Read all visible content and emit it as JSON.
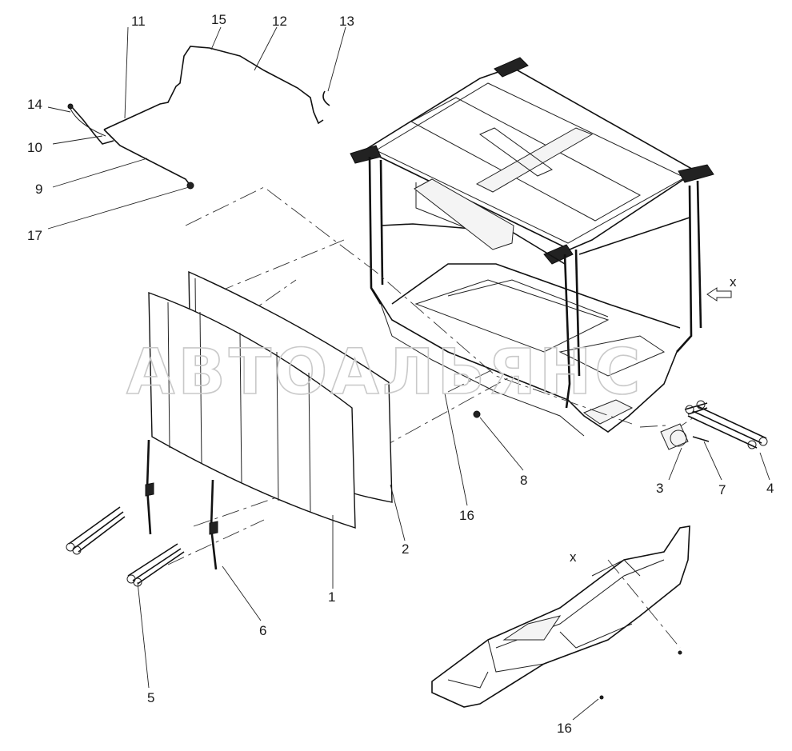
{
  "watermark": "АВТОАЛЬЯНС",
  "view_marker": "x",
  "callouts": [
    {
      "id": "c1",
      "label": "1"
    },
    {
      "id": "c2",
      "label": "2"
    },
    {
      "id": "c3",
      "label": "3"
    },
    {
      "id": "c4",
      "label": "4"
    },
    {
      "id": "c5",
      "label": "5"
    },
    {
      "id": "c6",
      "label": "6"
    },
    {
      "id": "c7",
      "label": "7"
    },
    {
      "id": "c8",
      "label": "8"
    },
    {
      "id": "c9",
      "label": "9"
    },
    {
      "id": "c10",
      "label": "10"
    },
    {
      "id": "c11",
      "label": "11"
    },
    {
      "id": "c12",
      "label": "12"
    },
    {
      "id": "c13",
      "label": "13"
    },
    {
      "id": "c14",
      "label": "14"
    },
    {
      "id": "c15",
      "label": "15"
    },
    {
      "id": "c16a",
      "label": "16"
    },
    {
      "id": "c16b",
      "label": "16"
    },
    {
      "id": "c17",
      "label": "17"
    }
  ]
}
